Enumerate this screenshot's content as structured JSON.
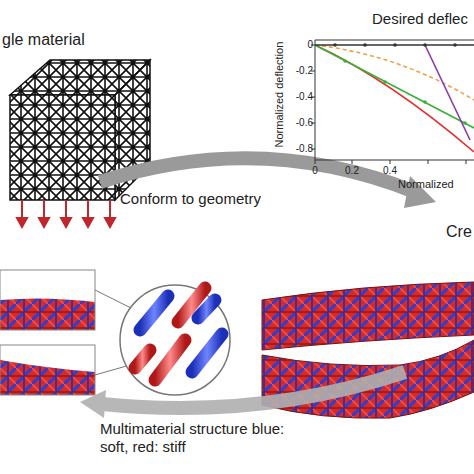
{
  "diagram": {
    "labels": [
      "gle material",
      "Desired deflec",
      "Normalized deflection",
      "0",
      "-0.2",
      "-0.4",
      "-0.6",
      "-0.8",
      "0",
      "0.2",
      "0.4",
      "Normalized",
      "Conform to geometry",
      "Cre",
      "Multimaterial structure blue: soft, red: stiff"
    ]
  }
}
